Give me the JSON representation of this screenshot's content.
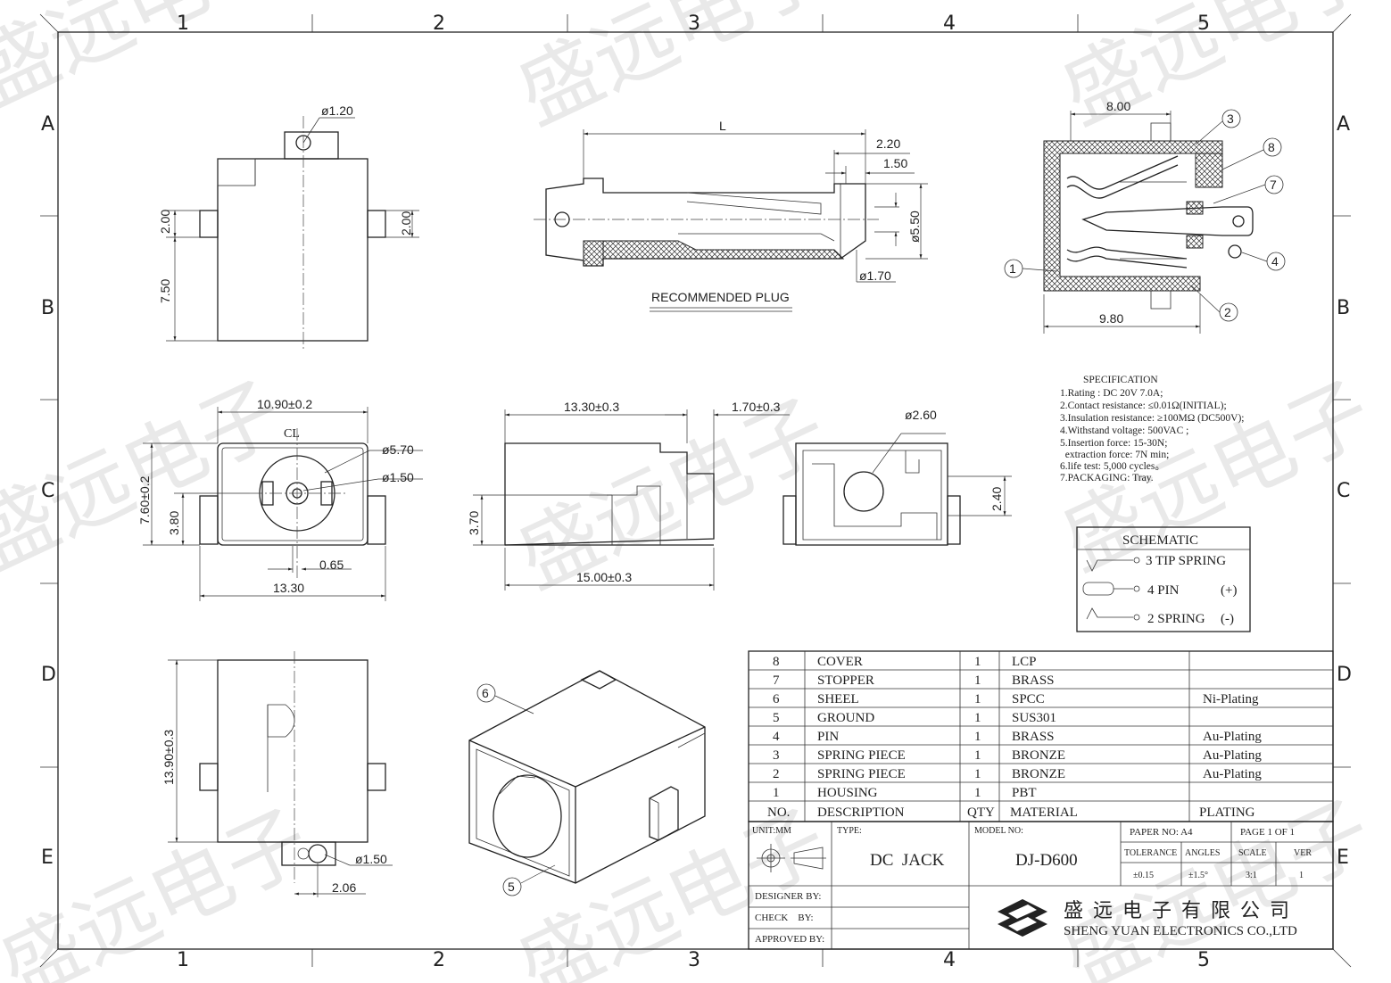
{
  "grid": {
    "columns": [
      "1",
      "2",
      "3",
      "4",
      "5"
    ],
    "rows": [
      "A",
      "B",
      "C",
      "D",
      "E"
    ]
  },
  "watermark": "盛远电子",
  "dimensions": {
    "top_view": {
      "hole": "ø1.20",
      "tab": "2.00",
      "tab_right": "2.00",
      "height": "7.50"
    },
    "plug": {
      "length": "L",
      "d1": "2.20",
      "d2": "1.50",
      "dia_outer": "ø5.50",
      "dia_pin": "ø1.70",
      "caption": "RECOMMENDED  PLUG"
    },
    "section": {
      "width_top": "8.00",
      "width_bottom": "9.80",
      "callouts": [
        "3",
        "8",
        "7",
        "4",
        "1",
        "2"
      ]
    },
    "front": {
      "width": "10.90±0.2",
      "height": "7.60±0.2",
      "center_h": "3.80",
      "d_outer": "ø5.70",
      "d_pin": "ø1.50",
      "offset": "0.65",
      "total": "13.30",
      "cl_mark": "CL"
    },
    "side": {
      "length": "13.30±0.3",
      "lip": "1.70±0.3",
      "height": "3.70",
      "total": "15.00±0.3"
    },
    "rear": {
      "dia": "ø2.60",
      "height": "2.40"
    },
    "bottom": {
      "length": "13.90±0.3",
      "hole": "ø1.50",
      "offset": "2.06"
    },
    "iso_callouts": [
      "6",
      "5"
    ]
  },
  "specification": {
    "title": "SPECIFICATION",
    "lines": [
      "1.Rating : DC 20V 7.0A;",
      "2.Contact resistance: ≤0.01Ω(INITIAL);",
      "3.Insulation resistance: ≥100MΩ (DC500V);",
      "4.Withstand voltage: 500VAC ;",
      "5.Insertion  force: 15-30N;",
      "  extraction force: 7N min;",
      "6.life test: 5,000 cycles。",
      "7.PACKAGING: Tray."
    ]
  },
  "schematic": {
    "title": "SCHEMATIC",
    "rows": [
      {
        "label": "3 TIP SPRING",
        "polarity": ""
      },
      {
        "label": "4 PIN",
        "polarity": "(+)"
      },
      {
        "label": "2 SPRING",
        "polarity": "(-)"
      }
    ]
  },
  "bom": {
    "rows": [
      {
        "no": "8",
        "desc": "COVER",
        "qty": "1",
        "material": "LCP",
        "plating": ""
      },
      {
        "no": "7",
        "desc": "STOPPER",
        "qty": "1",
        "material": "BRASS",
        "plating": ""
      },
      {
        "no": "6",
        "desc": "SHEEL",
        "qty": "1",
        "material": "SPCC",
        "plating": "Ni-Plating"
      },
      {
        "no": "5",
        "desc": "GROUND",
        "qty": "1",
        "material": "SUS301",
        "plating": ""
      },
      {
        "no": "4",
        "desc": "PIN",
        "qty": "1",
        "material": "BRASS",
        "plating": "Au-Plating"
      },
      {
        "no": "3",
        "desc": "SPRING PIECE",
        "qty": "1",
        "material": "BRONZE",
        "plating": "Au-Plating"
      },
      {
        "no": "2",
        "desc": "SPRING PIECE",
        "qty": "1",
        "material": "BRONZE",
        "plating": "Au-Plating"
      },
      {
        "no": "1",
        "desc": "HOUSING",
        "qty": "1",
        "material": "PBT",
        "plating": ""
      }
    ],
    "header": {
      "no": "NO.",
      "desc": "DESCRIPTION",
      "qty": "QTY",
      "material": "MATERIAL",
      "plating": "PLATING"
    }
  },
  "title_block": {
    "unit": "UNIT:MM",
    "type_label": "TYPE:",
    "type": "DC  JACK",
    "model_label": "MODEL NO:",
    "model": "DJ-D600",
    "paper": "PAPER NO: A4",
    "page": "PAGE 1 OF 1",
    "tol_h": "TOLERANCE",
    "ang_h": "ANGLES",
    "scale_h": "SCALE",
    "ver_h": "VER",
    "tol": "±0.15",
    "ang": "±1.5°",
    "scale": "3:1",
    "ver": "1",
    "designer": "DESIGNER BY:",
    "check": "CHECK    BY:",
    "approved": "APPROVED BY:",
    "company_cn": "盛远电子有限公司",
    "company_en": "SHENG YUAN ELECTRONICS CO.,LTD"
  }
}
